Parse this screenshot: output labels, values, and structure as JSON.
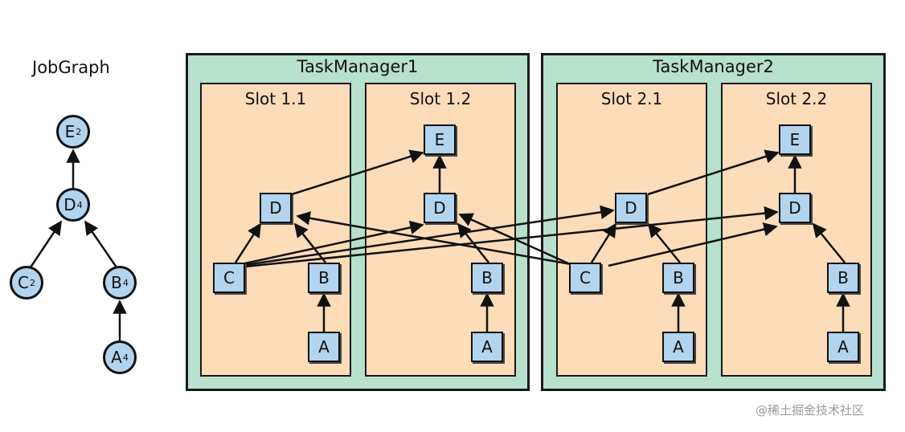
{
  "jobgraph": {
    "title": "JobGraph",
    "nodes": [
      {
        "id": "E",
        "label": "E",
        "parallelism": "2"
      },
      {
        "id": "D",
        "label": "D",
        "parallelism": "4"
      },
      {
        "id": "C",
        "label": "C",
        "parallelism": "2"
      },
      {
        "id": "B",
        "label": "B",
        "parallelism": "4"
      },
      {
        "id": "A",
        "label": "A",
        "parallelism": "4"
      }
    ]
  },
  "taskmanagers": [
    {
      "name": "TaskManager1",
      "slots": [
        {
          "name": "Slot 1.1"
        },
        {
          "name": "Slot 1.2"
        }
      ]
    },
    {
      "name": "TaskManager2",
      "slots": [
        {
          "name": "Slot 2.1"
        },
        {
          "name": "Slot 2.2"
        }
      ]
    }
  ],
  "tasks": {
    "s11": {
      "D": "D",
      "C": "C",
      "B": "B",
      "A": "A"
    },
    "s12": {
      "E": "E",
      "D": "D",
      "B": "B",
      "A": "A"
    },
    "s21": {
      "D": "D",
      "C": "C",
      "B": "B",
      "A": "A"
    },
    "s22": {
      "E": "E",
      "D": "D",
      "B": "B",
      "A": "A"
    }
  },
  "watermark": "@稀土掘金技术社区"
}
